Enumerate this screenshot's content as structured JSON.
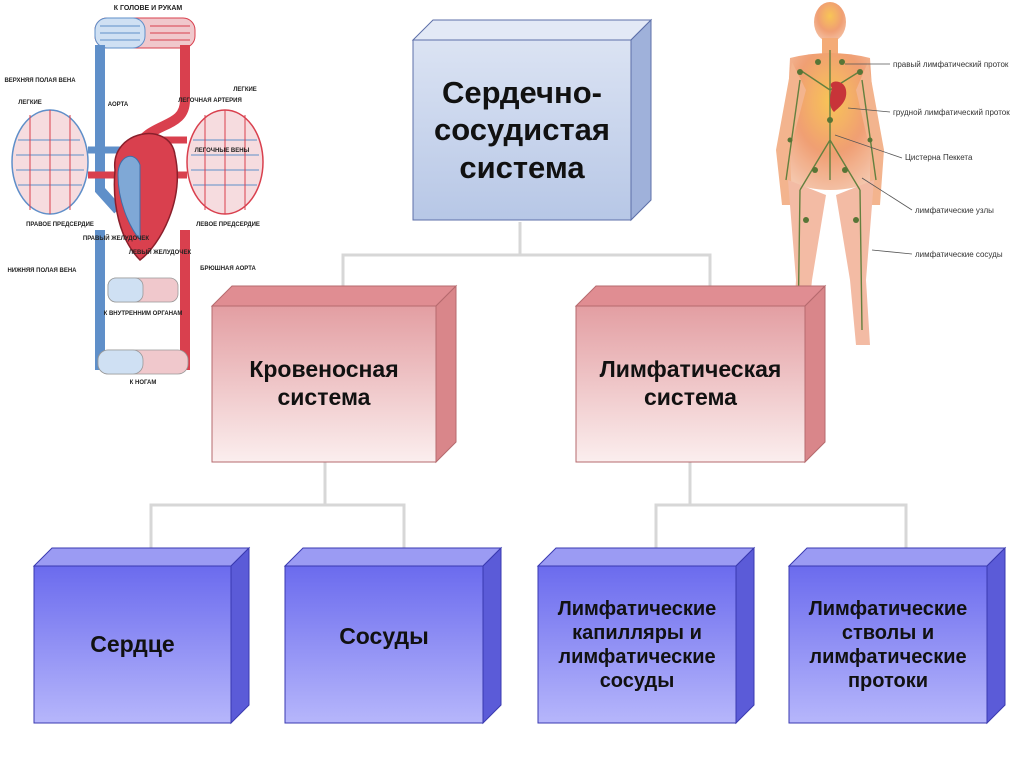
{
  "diagram": {
    "root": "Сердечно-сосудистая система",
    "circulatory": "Кровеносная система",
    "lymphatic": "Лимфатическая система",
    "heart": "Сердце",
    "vessels": "Сосуды",
    "capillaries": "Лимфатические капилляры и лимфатические сосуды",
    "trunks": "Лимфатические стволы и лимфатические протоки"
  },
  "circulation_illustration": {
    "labels": {
      "head_arms": "К ГОЛОВЕ И РУКАМ",
      "superior_vena_cava": "ВЕРХНЯЯ ПОЛАЯ ВЕНА",
      "lungs_left": "ЛЕГКИЕ",
      "lungs_right": "ЛЕГКИЕ",
      "aorta": "АОРТА",
      "pulmonary_artery": "ЛЕГОЧНАЯ АРТЕРИЯ",
      "pulmonary_veins": "ЛЕГОЧНЫЕ ВЕНЫ",
      "right_atrium": "ПРАВОЕ ПРЕДСЕРДИЕ",
      "left_atrium": "ЛЕВОЕ ПРЕДСЕРДИЕ",
      "right_ventricle": "ПРАВЫЙ ЖЕЛУДОЧЕК",
      "left_ventricle": "ЛЕВЫЙ ЖЕЛУДОЧЕК",
      "abdominal_aorta": "БРЮШНАЯ АОРТА",
      "inferior_vena_cava": "НИЖНЯЯ ПОЛАЯ ВЕНА",
      "internal_organs": "К ВНУТРЕННИМ ОРГАНАМ",
      "legs": "К НОГАМ"
    }
  },
  "lymph_illustration": {
    "labels": {
      "right_duct": "правый лимфатический проток",
      "thoracic_duct": "грудной лимфатический проток",
      "cisterna": "Цистерна Пеккета",
      "nodes": "лимфатические узлы",
      "vessels": "лимфатические сосуды"
    }
  },
  "colors": {
    "root_box": "#c6d3ec",
    "mid_box": "#e5a7a9",
    "leaf_box": "#7c7cf0",
    "connector": "#d7d7d7",
    "artery": "#d9404e",
    "vein": "#5f8fc9"
  }
}
